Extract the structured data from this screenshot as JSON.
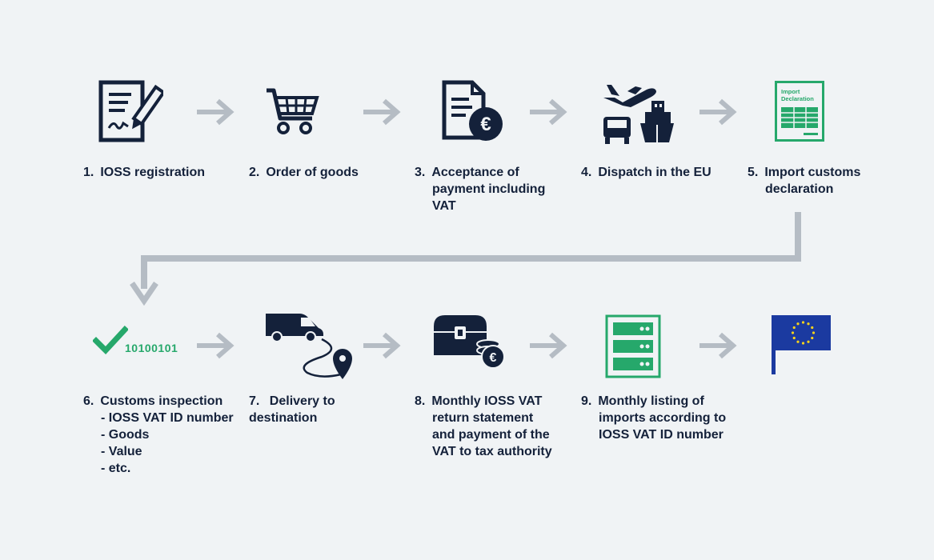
{
  "colors": {
    "background": "#f0f3f5",
    "icon_navy": "#14213a",
    "arrow_gray": "#b5bcc4",
    "accent_green": "#26a86b",
    "eu_blue": "#1b3aa0",
    "eu_star": "#f6d21c"
  },
  "steps": [
    {
      "num": "1.",
      "lines": [
        "IOSS registration"
      ],
      "icon": "contract-signing-icon"
    },
    {
      "num": "2.",
      "lines": [
        "Order of goods"
      ],
      "icon": "shopping-cart-icon"
    },
    {
      "num": "3.",
      "lines": [
        "Acceptance of",
        "payment including",
        "VAT"
      ],
      "icon": "euro-invoice-icon"
    },
    {
      "num": "4.",
      "lines": [
        "Dispatch in the EU"
      ],
      "icon": "plane-truck-ship-icon"
    },
    {
      "num": "5.",
      "lines": [
        "Import customs",
        "declaration"
      ],
      "icon": "import-declaration-icon"
    },
    {
      "num": "6.",
      "lines": [
        "Customs inspection"
      ],
      "sub": [
        "- IOSS VAT ID number",
        "- Goods",
        "- Value",
        "- etc."
      ],
      "icon": "checkmark-binary-icon"
    },
    {
      "num": "7.",
      "lines": [
        "Delivery to",
        "destination"
      ],
      "icon": "van-route-icon"
    },
    {
      "num": "8.",
      "lines": [
        "Monthly IOSS VAT",
        "return statement",
        "and payment of the",
        "VAT to tax authority"
      ],
      "icon": "treasure-chest-euro-icon"
    },
    {
      "num": "9.",
      "lines": [
        "Monthly listing of",
        "imports according to",
        "IOSS VAT ID number"
      ],
      "icon": "server-rack-icon"
    },
    {
      "icon": "eu-flag-icon"
    }
  ],
  "import_declaration_text": [
    "Import",
    "Declaration"
  ],
  "binary_text": "10100101"
}
